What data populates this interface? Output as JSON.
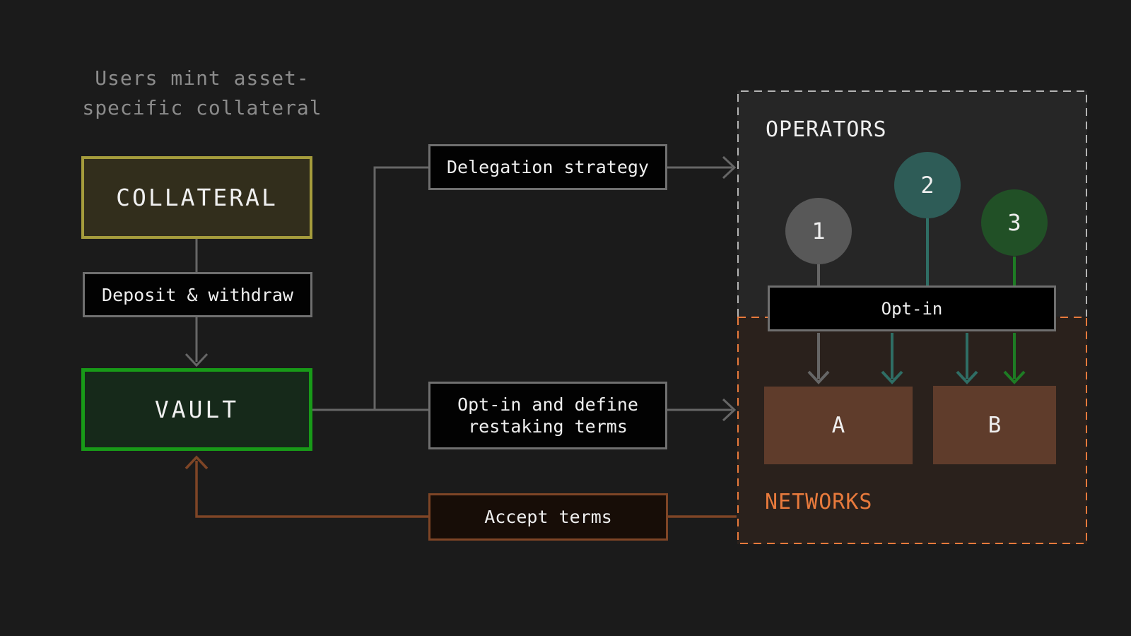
{
  "caption": {
    "line1": "Users mint asset-",
    "line2": "specific collateral"
  },
  "flow": {
    "collateral_label": "COLLATERAL",
    "deposit_withdraw_label": "Deposit & withdraw",
    "vault_label": "VAULT",
    "delegation_strategy_label": "Delegation strategy",
    "optin_define_line1": "Opt-in and define",
    "optin_define_line2": "restaking terms",
    "accept_terms_label": "Accept terms",
    "opt_in_label": "Opt-in"
  },
  "operators_group": {
    "title": "OPERATORS",
    "items": [
      {
        "label": "1",
        "color": "#585858"
      },
      {
        "label": "2",
        "color": "#2e5c57"
      },
      {
        "label": "3",
        "color": "#215026"
      }
    ]
  },
  "networks_group": {
    "title": "NETWORKS",
    "items": [
      {
        "label": "A"
      },
      {
        "label": "B"
      }
    ]
  },
  "colors": {
    "background": "#1b1b1b",
    "caption_gray": "#8b8b8b",
    "collateral_border": "#a59c3c",
    "collateral_fill": "#322e1c",
    "vault_border": "#189a18",
    "vault_fill": "#16291a",
    "accept_border": "#7e4526",
    "box_border_gray": "#6f6f6f",
    "connector_gray": "#666666",
    "connector_teal": "#2f6e65",
    "connector_green": "#1e7c24",
    "connector_brown": "#7e4526",
    "operators_fill": "#262626",
    "operators_dash": "#b5b5b5",
    "networks_fill": "#2a211c",
    "networks_accent": "#e87a3c",
    "network_box_fill": "#5f3c2b"
  }
}
